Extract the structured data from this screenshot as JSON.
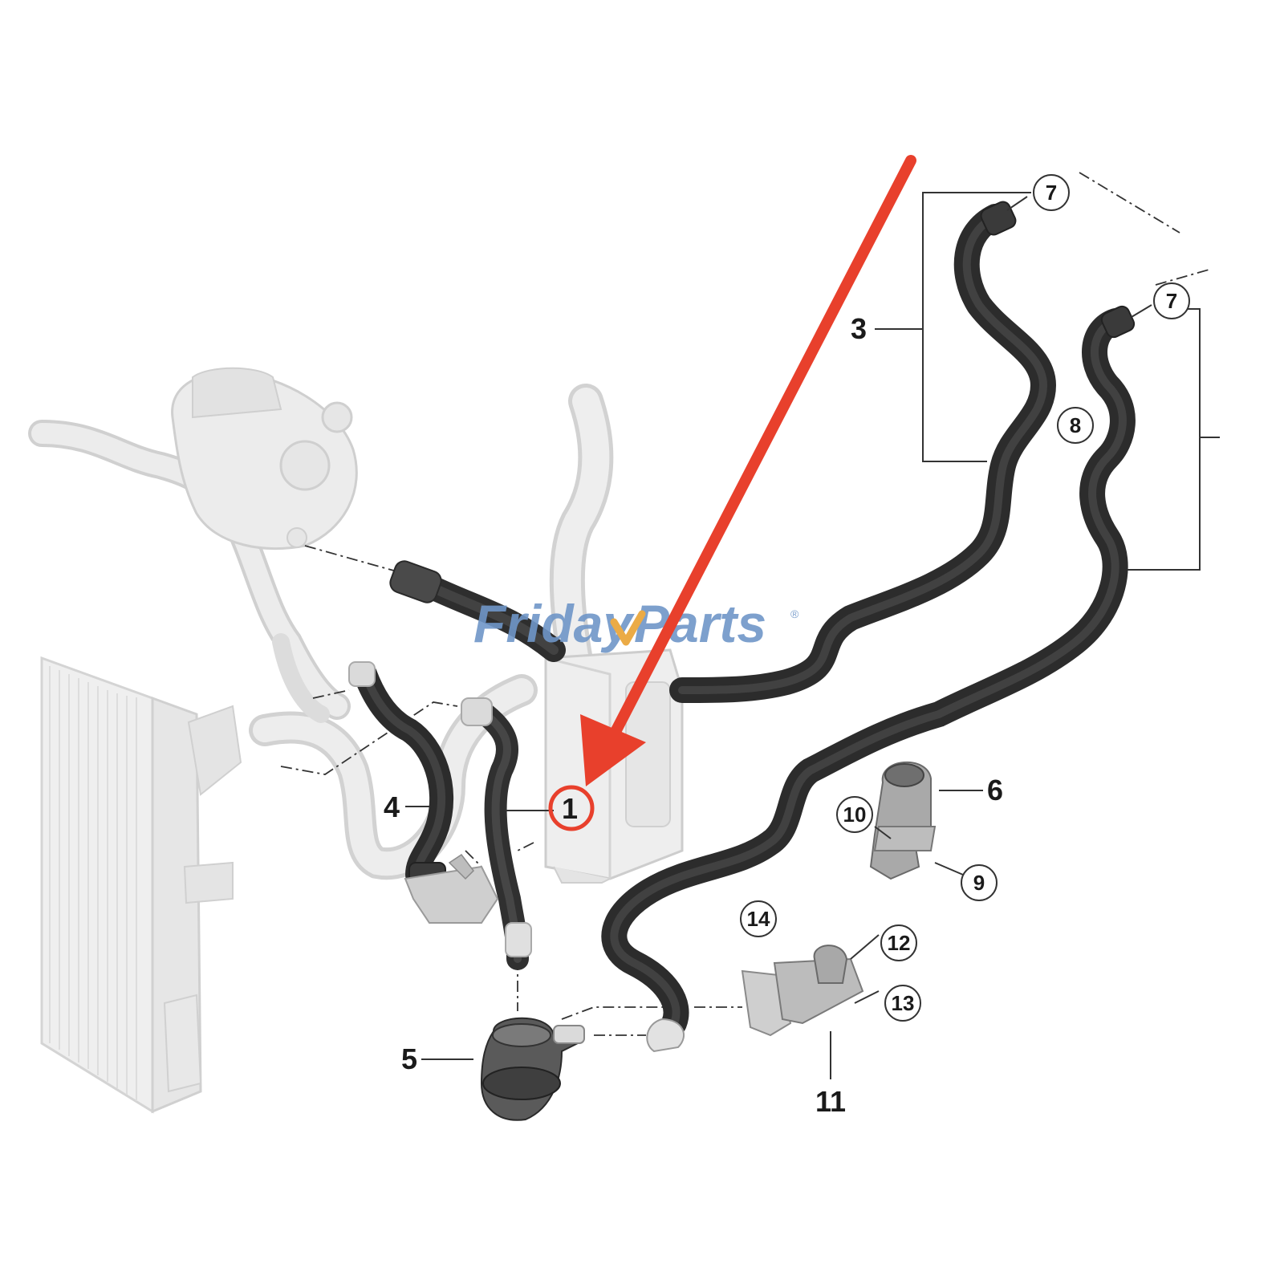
{
  "labels": {
    "l1": "1",
    "l3": "3",
    "l4": "4",
    "l5": "5",
    "l6": "6",
    "l7a": "7",
    "l7b": "7",
    "l8": "8",
    "l9": "9",
    "l10": "10",
    "l11": "11",
    "l12": "12",
    "l13": "13",
    "l14": "14"
  },
  "watermark": {
    "text1": "Friday",
    "text2": "Parts",
    "mark": "®"
  },
  "colors": {
    "highlight": "#e8402c",
    "hose_dark": "#3b3b3b",
    "ghost": "#d6d6d6",
    "watermark_blue": "#6f96c8",
    "watermark_orange": "#e9a233"
  }
}
